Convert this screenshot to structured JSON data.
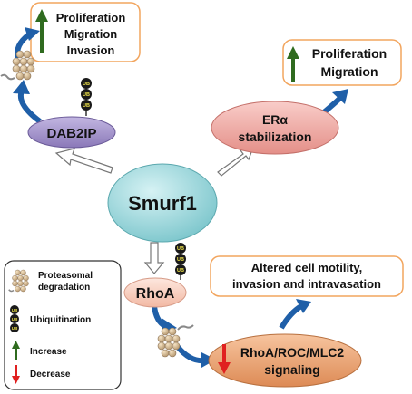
{
  "nodes": {
    "smurf1": "Smurf1",
    "dab2ip": "DAB2IP",
    "er_line1": "ERα",
    "er_line2": "stabilization",
    "rhoa": "RhoA",
    "signal_line1": "RhoA/ROC/MLC2",
    "signal_line2": "signaling"
  },
  "outcomes": {
    "dab2ip_effect": [
      "Proliferation",
      "Migration",
      "Invasion"
    ],
    "er_effect": [
      "Proliferation",
      "Migration"
    ],
    "rhoa_effect": [
      "Altered cell motility,",
      "invasion and intravasation"
    ]
  },
  "ub_label": "UB",
  "legend": {
    "proteasome": [
      "Proteasomal",
      "degradation"
    ],
    "ubiquitination": "Ubiquitination",
    "increase": "Increase",
    "decrease": "Decrease"
  },
  "colors": {
    "smurf1_fill": "#8fd3d8",
    "dab2ip_fill": "#9f8fc8",
    "er_fill": "#f2a9a4",
    "rhoa_fill": "#f7cfc0",
    "signal_fill": "#eba271",
    "box_border": "#f2a55e",
    "blue_arrow": "#1f5fa8",
    "increase_arrow": "#2f6b1f",
    "decrease_arrow": "#e02020",
    "ub_fill": "#1a1a1a",
    "ub_text": "#f1e54a"
  }
}
